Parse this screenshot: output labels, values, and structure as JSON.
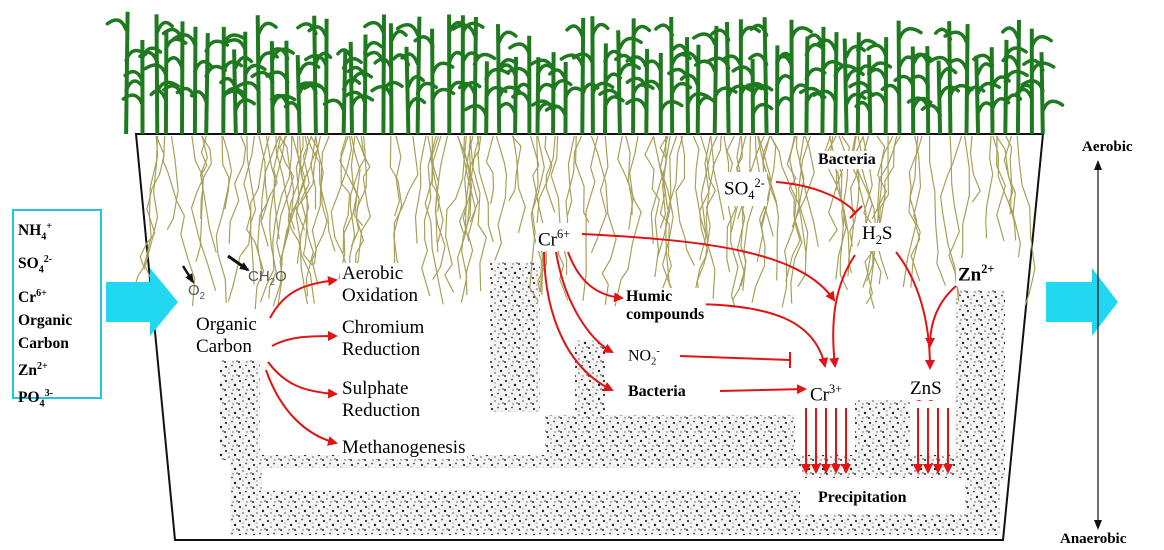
{
  "inflow": {
    "items": [
      {
        "base": "NH",
        "sub": "4",
        "sup": "+"
      },
      {
        "base": "SO",
        "sub": "4",
        "sup": "2-"
      },
      {
        "base": "Cr",
        "sub": "",
        "sup": "6+"
      },
      {
        "base": "Organic",
        "sub": "",
        "sup": ""
      },
      {
        "base": "Carbon",
        "sub": "",
        "sup": ""
      },
      {
        "base": "Zn",
        "sub": "",
        "sup": "2+"
      },
      {
        "base": "PO",
        "sub": "4",
        "sup": "3-"
      }
    ]
  },
  "zones": {
    "top": "Aerobic",
    "bottom": "Anaerobic"
  },
  "gases": {
    "o2": "O",
    "o2_sub": "2",
    "ch2o": "CH",
    "ch2o_sub": "2",
    "ch2o_tail": "O"
  },
  "organic_carbon": {
    "line1": "Organic",
    "line2": "Carbon"
  },
  "processes": {
    "aerobic": [
      "Aerobic",
      "Oxidation"
    ],
    "chromium": [
      "Chromium",
      "Reduction"
    ],
    "sulphate": [
      "Sulphate",
      "Reduction"
    ],
    "methanogenesis": "Methanogenesis"
  },
  "chromium": {
    "cr6": "Cr",
    "cr6_sup": "6+",
    "humic": [
      "Humic",
      "compounds"
    ],
    "no2": "NO",
    "no2_sub": "2",
    "no2_sup": "-",
    "bacteria": "Bacteria",
    "cr3": "Cr",
    "cr3_sup": "3+"
  },
  "sulfur": {
    "bacteria": "Bacteria",
    "so4": "SO",
    "so4_sub": "4",
    "so4_sup": "2-",
    "h2s": "H",
    "h2s_sub": "2",
    "h2s_tail": "S",
    "zn": "Zn",
    "zn_sup": "2+",
    "zns": "ZnS"
  },
  "precipitation": "Precipitation",
  "colors": {
    "arrow_red": "#e01414",
    "flow_cyan": "#22d8f0",
    "plant_green": "#1f7a1f",
    "root_olive": "#a8a05a"
  }
}
